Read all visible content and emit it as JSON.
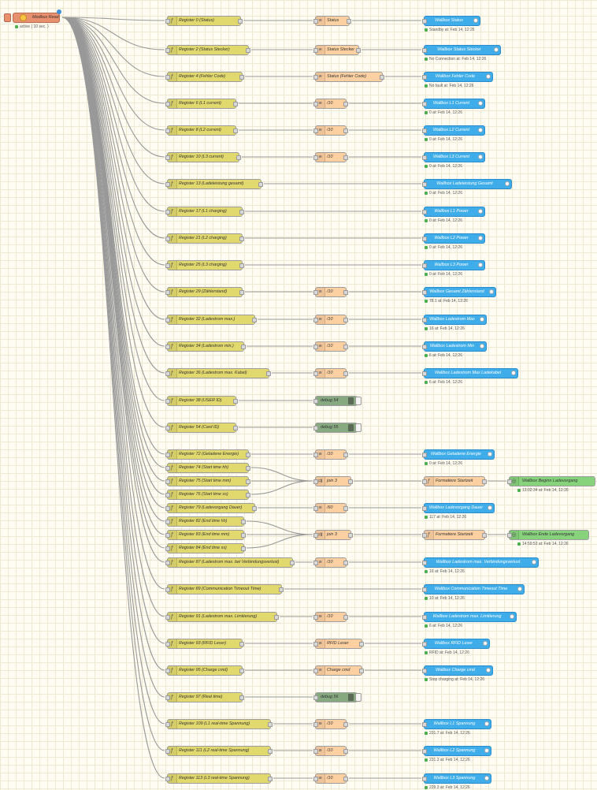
{
  "source": {
    "label": "Modbus Read",
    "status": "active ( 10 sec. )"
  },
  "rows": [
    {
      "fn": "Register 0 (Status)",
      "ch": "Status",
      "ui": "Wallbox Status",
      "status": "Standby at: Feb 14, 12:26"
    },
    {
      "fn": "Register 2 (Status Stecker)",
      "ch": "Status Stecker",
      "ui": "Wallbox Status Stecker",
      "status": "No Connection at: Feb 14, 12:26"
    },
    {
      "fn": "Register 4 (Fehler Code)",
      "ch": "Status (Fehler Code)",
      "ui": "Wallbox Fehler Code",
      "status": "No fault at: Feb 14, 12:26"
    },
    {
      "fn": "Register 6 (L1 current)",
      "ch": "/10",
      "ui": "Wallbox L1 Current",
      "status": "0 at: Feb 14, 12:26"
    },
    {
      "fn": "Register 8 (L2 current)",
      "ch": "/10",
      "ui": "Wallbox L2 Current",
      "status": "0 at: Feb 14, 12:26"
    },
    {
      "fn": "Register 10 (L3 current)",
      "ch": "/10",
      "ui": "Wallbox L3 Current",
      "status": "0 at: Feb 14, 12:26"
    },
    {
      "fn": "Register 13 (Ladeleistung gesamt)",
      "ch": "",
      "ui": "Wallbox Ladeleistung Gesamt",
      "status": "0 at: Feb 14, 12:26"
    },
    {
      "fn": "Register 17 (L1 charging)",
      "ch": "",
      "ui": "Wallbox L1 Power",
      "status": "0 at: Feb 14, 12:26"
    },
    {
      "fn": "Register 21 (L2 charging)",
      "ch": "",
      "ui": "Wallbox L2 Power",
      "status": "0 at: Feb 14, 12:26"
    },
    {
      "fn": "Register 25 (L3 charging)",
      "ch": "",
      "ui": "Wallbox L3 Power",
      "status": "0 at: Feb 14, 12:26"
    },
    {
      "fn": "Register 29 (Zählerstand)",
      "ch": "/10",
      "ui": "Wallbox Gesamt Zählerstand",
      "status": "78.1 at: Feb 14, 12:26"
    },
    {
      "fn": "Register 32 (Ladestrom max.)",
      "ch": "/10",
      "ui": "Wallbox Ladestrom Max",
      "status": "16 at: Feb 14, 12:26"
    },
    {
      "fn": "Register 34 (Ladestrom min.)",
      "ch": "/10",
      "ui": "Wallbox Ladestrom Min",
      "status": "6 at: Feb 14, 12:26"
    },
    {
      "fn": "Register 36 (Ladestrom max. Kabel)",
      "ch": "/10",
      "ui": "Wallbox Ladestrom Max Ladekabel",
      "status": "6 at: Feb 14, 12:26"
    },
    {
      "fn": "Register 38 (USER ID)",
      "dbg": "debug 54"
    },
    {
      "fn": "Register 54 (Card ID)",
      "dbg": "debug 55"
    },
    {
      "fn": "Register 72 (Geladene Energie)",
      "ch": "/10",
      "ui": "Wallbox Geladene Energie",
      "status": "0 at: Feb 14, 12:26"
    },
    {
      "fn": "Register 74 (Start time hh)"
    },
    {
      "fn": "Register 75 (Start time mm)",
      "join": "join 3",
      "tmplfn": "Formatiere Startzeit",
      "tmpl": "Wallbox Beginn Ladevorgang",
      "status": "13:02:34 at: Feb 14, 12:26"
    },
    {
      "fn": "Register 76 (Start time ss)"
    },
    {
      "fn": "Register 79 (Ladevorgang Dauer)",
      "ch": "/60",
      "ui": "Wallbox Ladevorgang Dauer",
      "status": "117 at: Feb 14, 12:26"
    },
    {
      "fn": "Register 82 (End time hh)"
    },
    {
      "fn": "Register 83 (End time mm)",
      "join": "join 3",
      "tmplfn": "Formatiere Startzeit",
      "tmpl": "Wallbox Ende Ladevorgang",
      "status": "14:59:53 at: Feb 14, 12:26"
    },
    {
      "fn": "Register 84 (End time ss)"
    },
    {
      "fn": "Register 87 (Ladestrom max. bei Verbindungsverlust)",
      "ch": "/10",
      "ui": "Wallbox Ladestrom max. Verbindungsverlust",
      "status": "16 at: Feb 14, 12:26"
    },
    {
      "fn": "Register 89 (Communication Timeout Time)",
      "ch": "",
      "ui": "Wallbox Communication Timeout Time",
      "status": "10 at: Feb 14, 12:26"
    },
    {
      "fn": "Register 91 (Ladestrom max. Limitierung)",
      "ch": "/10",
      "ui": "Wallbox Ladestrom max. Limitierung",
      "status": "6 at: Feb 14, 12:26"
    },
    {
      "fn": "Register 93 (RFID Leser)",
      "ch": "RFID Leser",
      "ui": "Wallbox RFID Leser",
      "status": "RFID at: Feb 14, 12:26"
    },
    {
      "fn": "Register 95 (Charge cmd)",
      "ch": "Charge cmd",
      "ui": "Wallbox Charge cmd",
      "status": "Stop charging at: Feb 14, 12:26"
    },
    {
      "fn": "Register 97 (Real time)",
      "dbg": "debug 56"
    },
    {
      "fn": "Register 109 (L1 real-time Spannung)",
      "ch": "/10",
      "ui": "Wallbox L1 Spannung",
      "status": "231.7 at: Feb 14, 12:26"
    },
    {
      "fn": "Register 111 (L2 real-time Spannung)",
      "ch": "/10",
      "ui": "Wallbox L2 Spannung",
      "status": "231.3 at: Feb 14, 12:26"
    },
    {
      "fn": "Register 113 (L3 real-time Spannung)",
      "ch": "/10",
      "ui": "Wallbox L3 Spannung",
      "status": "229.3 at: Feb 14, 12:26"
    }
  ],
  "colors": {
    "function": "#e2d96e",
    "change": "#fdd0a2",
    "ui": "#3fadea",
    "debug": "#87a980",
    "template": "#87d37c",
    "source": "#e88f6e",
    "wire": "#999999"
  },
  "icons": {
    "function": "function-icon",
    "change": "change-icon",
    "ui": "gauge-icon",
    "debug": "debug-list-icon",
    "join": "join-icon",
    "source": "gear-icon"
  }
}
